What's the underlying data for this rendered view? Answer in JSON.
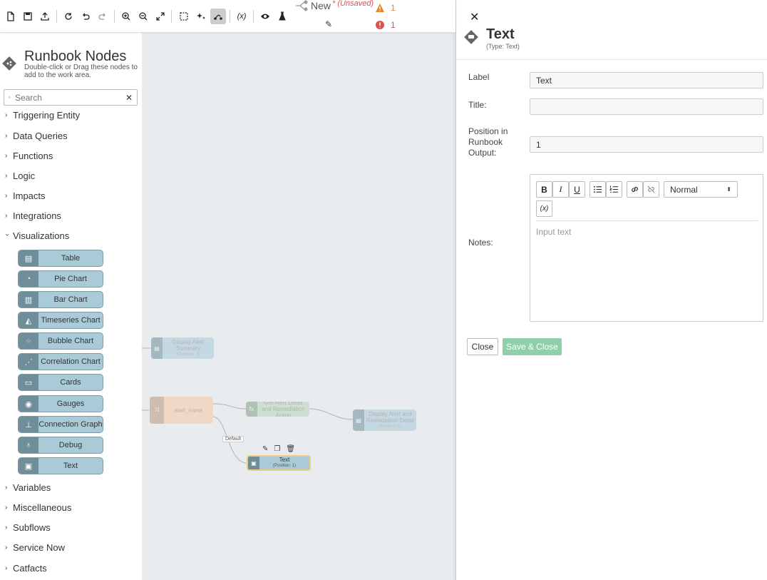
{
  "toolbar": {
    "flow_name": "New",
    "unsaved_label": "* (Unsaved)",
    "warning_count": "1",
    "error_count": "1",
    "help_label": "?"
  },
  "sidebar": {
    "title": "Runbook Nodes",
    "subtitle": "Double-click or Drag these nodes to add to the work area.",
    "search_placeholder": "Search",
    "categories_top": [
      "Triggering Entity",
      "Data Queries",
      "Functions",
      "Logic",
      "Impacts",
      "Integrations",
      "Visualizations"
    ],
    "visualizations": [
      "Table",
      "Pie Chart",
      "Bar Chart",
      "Timeseries Chart",
      "Bubble Chart",
      "Correlation Chart",
      "Cards",
      "Gauges",
      "Connection Graph",
      "Debug",
      "Text"
    ],
    "categories_bottom": [
      "Variables",
      "Miscellaneous",
      "Subflows",
      "Service Now",
      "Catfacts"
    ]
  },
  "canvas": {
    "node_display_alert": {
      "label": "Display Alert Summary",
      "position": "(Position: 1)"
    },
    "node_alert_name": {
      "label": "alert_name"
    },
    "node_get_alert": {
      "label": "Get Alert Detail and Remediation Action"
    },
    "node_display_alert_remediation": {
      "label": "Display Alert and Remediation Detail",
      "position": "(Position: 1)"
    },
    "node_text": {
      "label": "Text",
      "position": "(Position: 1)"
    },
    "edge_default": "Default"
  },
  "panel": {
    "title": "Text",
    "type": "(Type: Text)",
    "label_field_label": "Label",
    "label_value": "Text",
    "title_field_label": "Title:",
    "title_value": "",
    "position_field_label": "Position in Runbook Output:",
    "position_value": "1",
    "notes_field_label": "Notes:",
    "notes_placeholder": "Input text",
    "format_select": "Normal",
    "var_button": "(x)",
    "close_button": "Close",
    "save_button": "Save & Close"
  },
  "colors": {
    "accent_green": "#1f8a3a",
    "node_blue": "#a9cbd8",
    "save_green": "#8fcfaa",
    "warning": "#e8862a",
    "error": "#d9534f"
  }
}
